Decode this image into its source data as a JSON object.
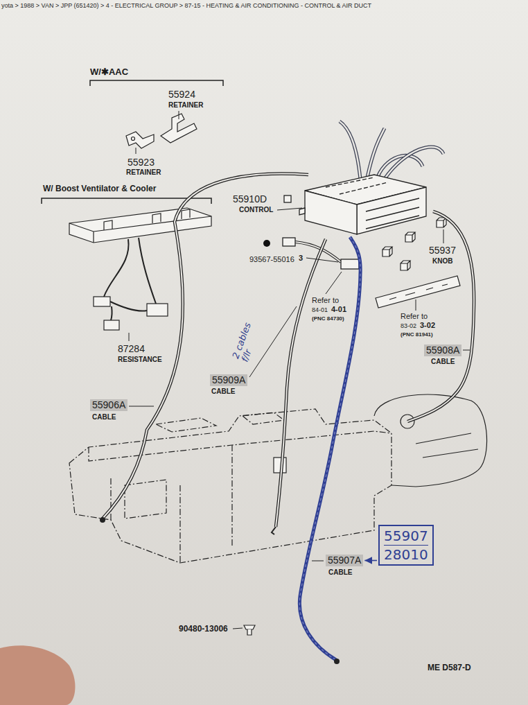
{
  "diagram": {
    "title": "yota > 1988 > VAN > JPP (651420) > 4 - ELECTRICAL GROUP > 87-15 - HEATING & AIR CONDITIONING - CONTROL & AIR DUCT",
    "nodes": [
      {
        "text": [
          "55908A"
        ]
      },
      {
        "text": [
          "55909A"
        ]
      },
      {
        "text": [
          "55906A"
        ]
      },
      {
        "text": [
          "55907",
          "28010"
        ]
      },
      {
        "text": [
          "55907A"
        ]
      }
    ],
    "edges": [
      {
        "from": 3,
        "to": 4,
        "arrow": "to"
      }
    ],
    "labels": [
      "W/✱AAC",
      "55924",
      "RETAINER",
      "55923",
      "RETAINER",
      "W/ Boost Ventilator & Cooler",
      "55910D",
      "CONTROL",
      "55937",
      "KNOB",
      "93567-55016",
      "3",
      "Refer to",
      "84-01",
      "4-01",
      "(PNC 84730)",
      "87284",
      "RESISTANCE",
      "Refer to",
      "83-02",
      "3-02",
      "(PNC 81941)",
      "CABLE",
      "2 cables f/lr",
      "CABLE",
      "CABLE",
      "CABLE",
      "90480-13006",
      "ME D587-D"
    ]
  }
}
